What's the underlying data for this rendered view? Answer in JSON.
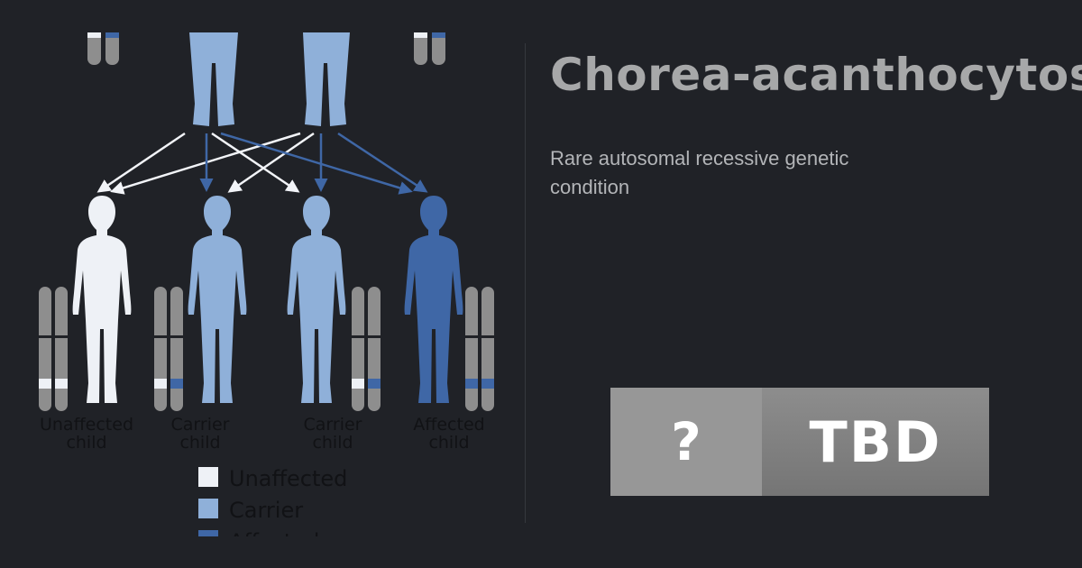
{
  "title": "Chorea-acanthocytosis",
  "subtitle": "Rare autosomal recessive genetic condition",
  "badge": {
    "left": "?",
    "right": "TBD"
  },
  "diagram": {
    "children": [
      {
        "line1": "Unaffected",
        "line2": "child",
        "status": "unaffected"
      },
      {
        "line1": "Carrier",
        "line2": "child",
        "status": "carrier"
      },
      {
        "line1": "Carrier",
        "line2": "child",
        "status": "carrier"
      },
      {
        "line1": "Affected",
        "line2": "child",
        "status": "affected"
      }
    ],
    "legend": [
      {
        "label": "Unaffected",
        "color": "#eef1f6"
      },
      {
        "label": "Carrier",
        "color": "#8fb0d9"
      },
      {
        "label": "Affected",
        "color": "#3f67a6"
      }
    ]
  },
  "colors": {
    "background": "#202227",
    "unaffected": "#eef1f6",
    "carrier": "#8fb0d9",
    "affected": "#3f67a6",
    "chromosome": "#8e8e8e"
  }
}
